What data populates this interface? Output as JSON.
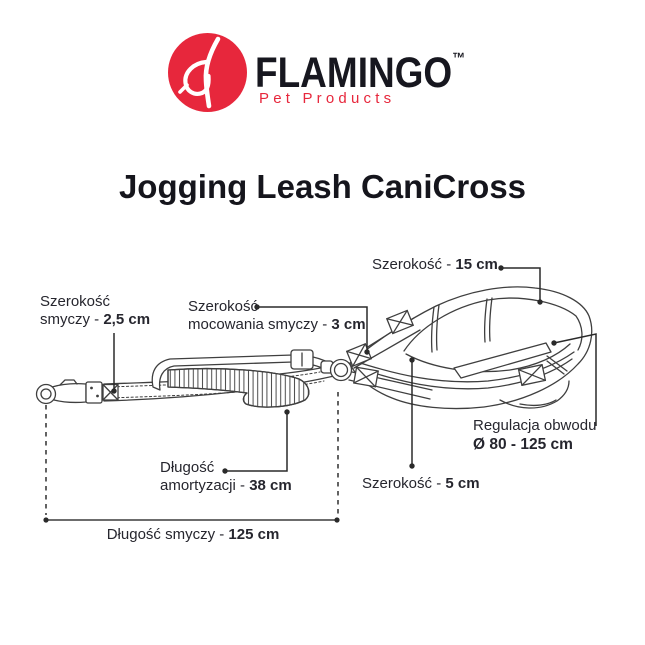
{
  "brand": {
    "name": "FLAMINGO",
    "trademark": "™",
    "tagline": "Pet Products",
    "colors": {
      "red": "#e7273c",
      "ink": "#17171f",
      "line_art": "#3f3f3f"
    }
  },
  "title": "Jogging Leash CaniCross",
  "diagram": {
    "product": "jogging leash with waist belt (CaniCross)",
    "labels": [
      {
        "id": "belt-width",
        "prefix": "Szerokość - ",
        "value": "15 cm"
      },
      {
        "id": "leash-width",
        "prefix": "Szerokość\nsmyczy - ",
        "value": "2,5 cm"
      },
      {
        "id": "attachment-width",
        "prefix": "Szerokość\nmocowania smyczy - ",
        "value": "3 cm"
      },
      {
        "id": "shock-absorber-length",
        "prefix": "Długość\namortyzacji - ",
        "value": "38 cm"
      },
      {
        "id": "strap-width",
        "prefix": "Szerokość - ",
        "value": "5 cm"
      },
      {
        "id": "girth-adjustment",
        "prefix": "Regulacja obwodu\n",
        "value": "Ø 80 - 125 cm"
      },
      {
        "id": "leash-length",
        "prefix": "Długość smyczy - ",
        "value": "125 cm"
      }
    ]
  }
}
